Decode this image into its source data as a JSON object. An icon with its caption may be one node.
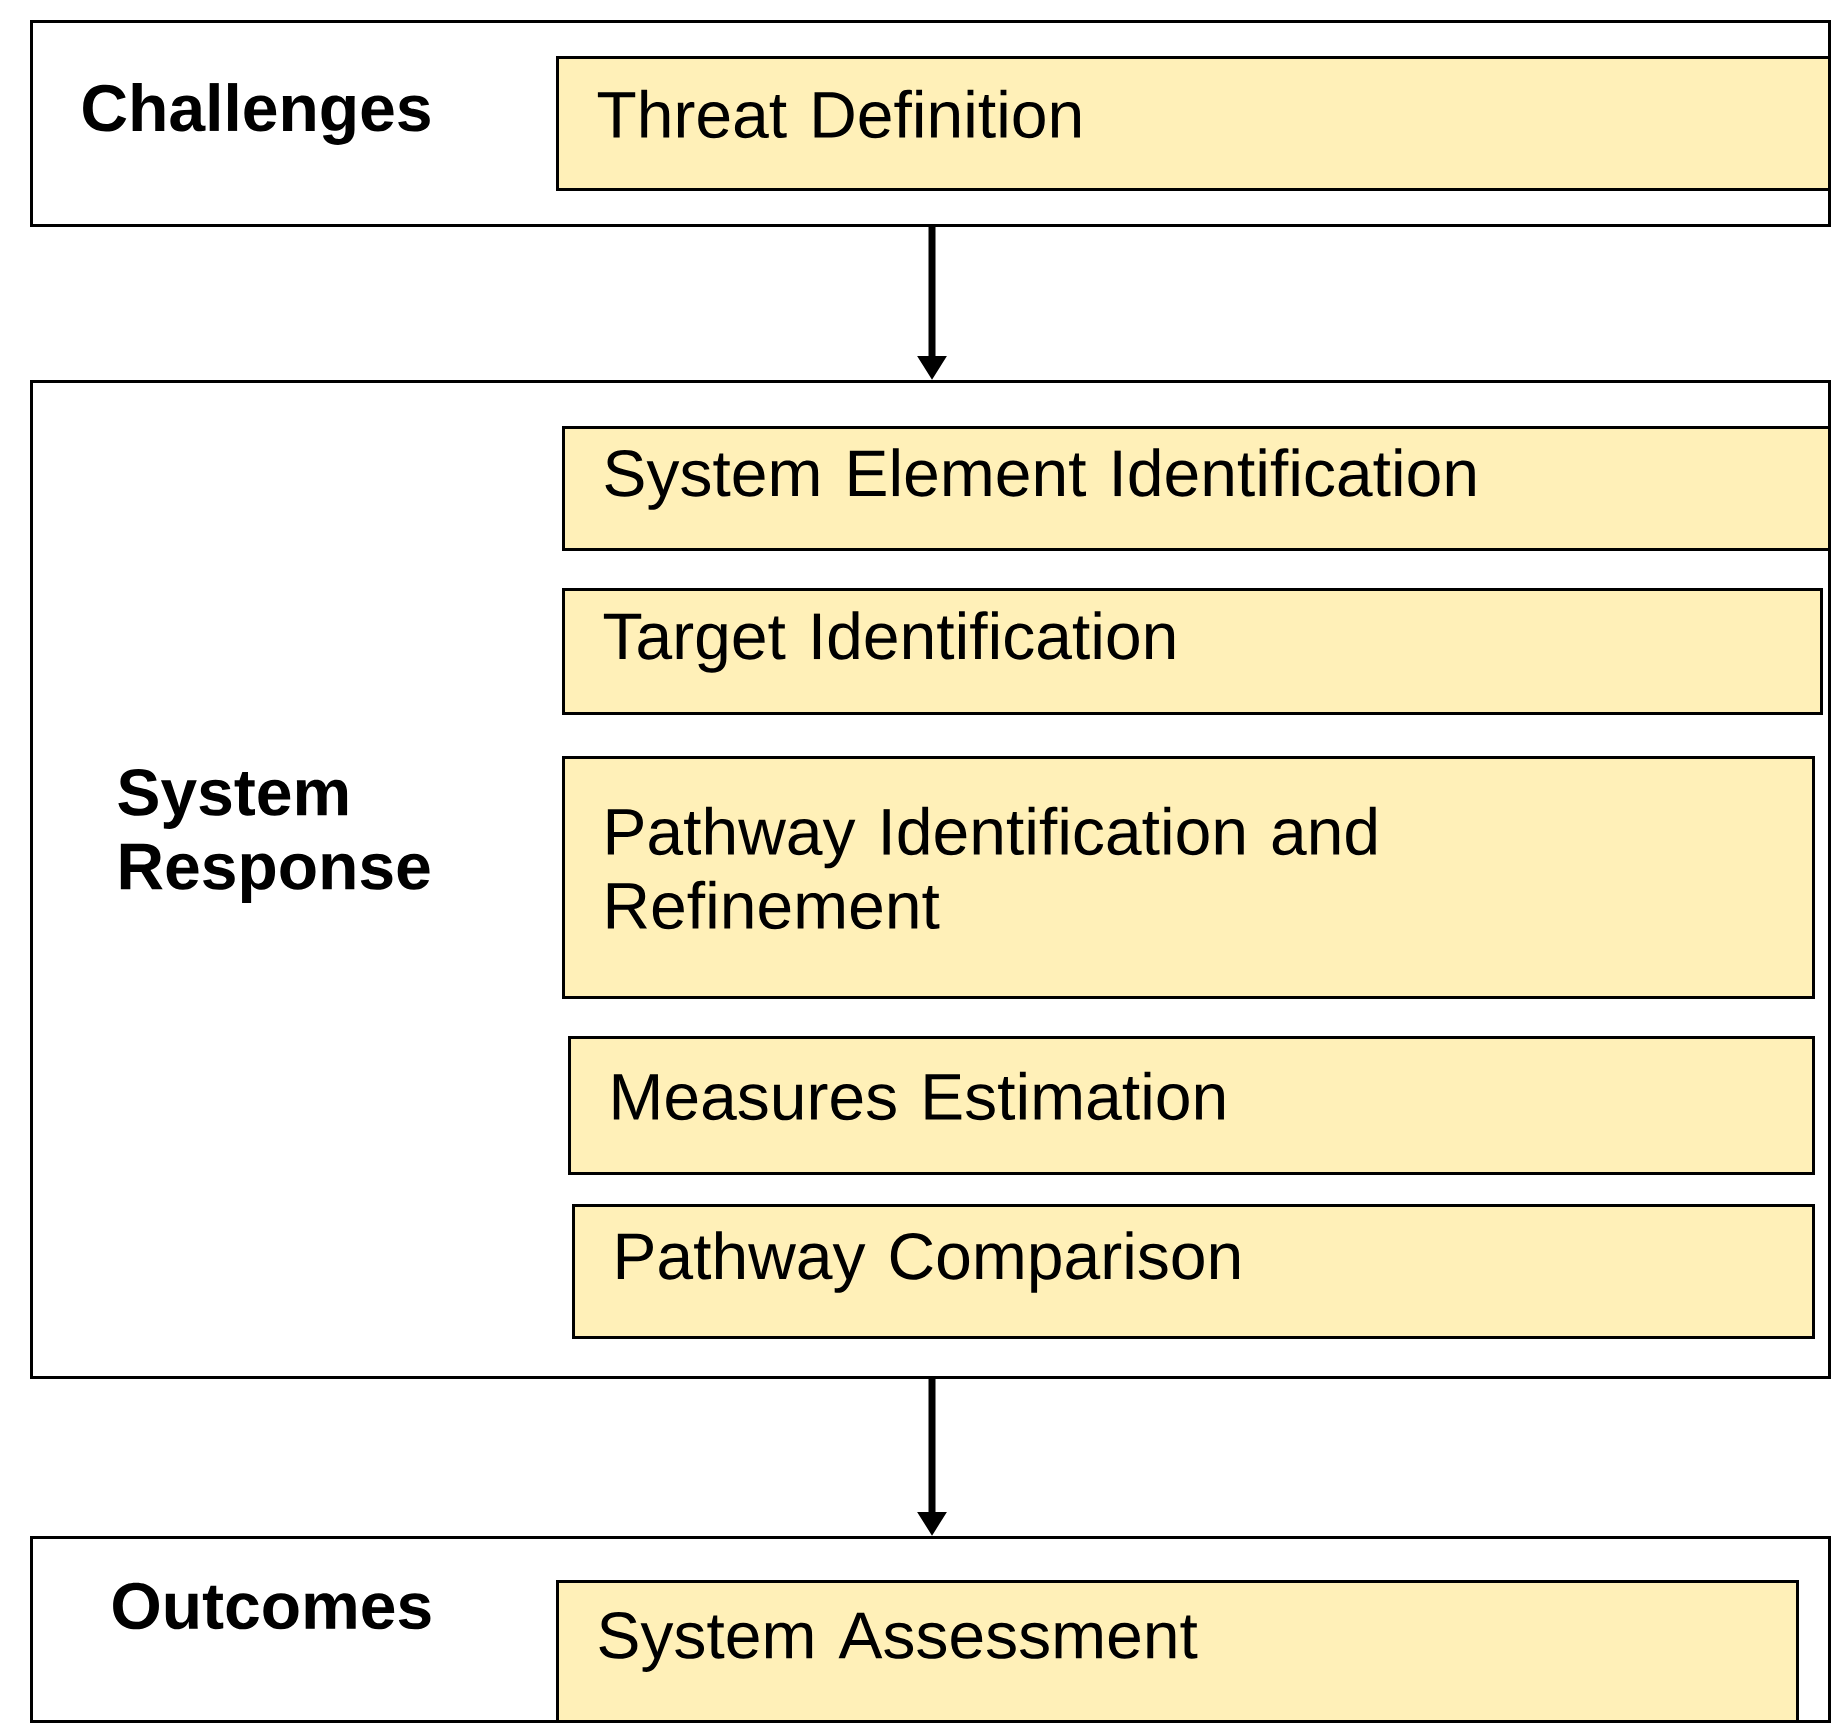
{
  "diagram": {
    "nodes": [
      {
        "text": [
          "Challenges"
        ]
      },
      {
        "text": [
          "Threat Definition"
        ],
        "in": 0
      },
      {
        "text": [
          "System Response"
        ]
      },
      {
        "text": [
          "System Element Identification"
        ],
        "in": 2
      },
      {
        "text": [
          "Target Identification"
        ],
        "in": 2
      },
      {
        "text": [
          "Pathway Identification and Refinement"
        ],
        "in": 2
      },
      {
        "text": [
          "Measures Estimation"
        ],
        "in": 2
      },
      {
        "text": [
          "Pathway Comparison"
        ],
        "in": 2
      },
      {
        "text": [
          "Outcomes"
        ]
      },
      {
        "text": [
          "System Assessment"
        ],
        "in": 8
      }
    ],
    "edges": [
      {
        "from": 0,
        "to": 2,
        "arrow": "to"
      },
      {
        "from": 2,
        "to": 8,
        "arrow": "to"
      }
    ]
  }
}
